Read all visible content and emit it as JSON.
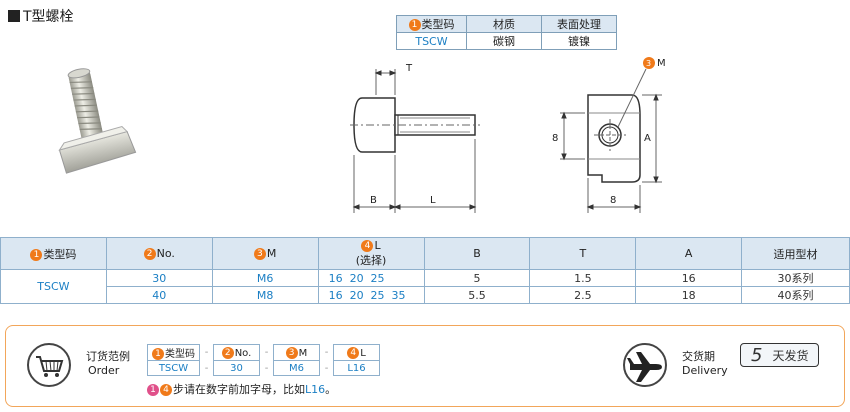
{
  "title": "T型螺栓",
  "material_table": {
    "headers": [
      "类型码",
      "材质",
      "表面处理"
    ],
    "header_num": "1",
    "row": [
      "TSCW",
      "碳钢",
      "镀镍"
    ]
  },
  "drawing": {
    "label_T": "T",
    "label_B": "B",
    "label_L": "L",
    "label_8_left": "8",
    "label_A": "A",
    "label_8_bottom": "8",
    "label_M": "M",
    "label_M_num": "3"
  },
  "spec_table": {
    "headers": [
      {
        "num": "1",
        "label": "类型码"
      },
      {
        "num": "2",
        "label": "No."
      },
      {
        "num": "3",
        "label": "M"
      },
      {
        "num": "4",
        "label": "L",
        "sub": "(选择)"
      },
      {
        "num": "",
        "label": "B"
      },
      {
        "num": "",
        "label": "T"
      },
      {
        "num": "",
        "label": "A"
      },
      {
        "num": "",
        "label": "适用型材"
      }
    ],
    "type_code": "TSCW",
    "rows": [
      {
        "no": "30",
        "m": "M6",
        "l": "16  20  25",
        "b": "5",
        "t": "1.5",
        "a": "16",
        "profile": "30系列"
      },
      {
        "no": "40",
        "m": "M8",
        "l": "16  20  25  35",
        "b": "5.5",
        "t": "2.5",
        "a": "18",
        "profile": "40系列"
      }
    ]
  },
  "order": {
    "label_cn": "订货范例",
    "label_en": "Order",
    "headers": [
      {
        "num": "1",
        "label": "类型码"
      },
      {
        "num": "2",
        "label": "No."
      },
      {
        "num": "3",
        "label": "M"
      },
      {
        "num": "4",
        "label": "L"
      }
    ],
    "values": [
      "TSCW",
      "30",
      "M6",
      "L16"
    ],
    "dash": "-",
    "note_nums": [
      "1",
      "4"
    ],
    "note_text": "步请在数字前加字母，比如",
    "note_example": "L16",
    "note_end": "。"
  },
  "delivery": {
    "label_cn": "交货期",
    "label_en": "Delivery",
    "days": "5",
    "days_text": "天发货"
  }
}
